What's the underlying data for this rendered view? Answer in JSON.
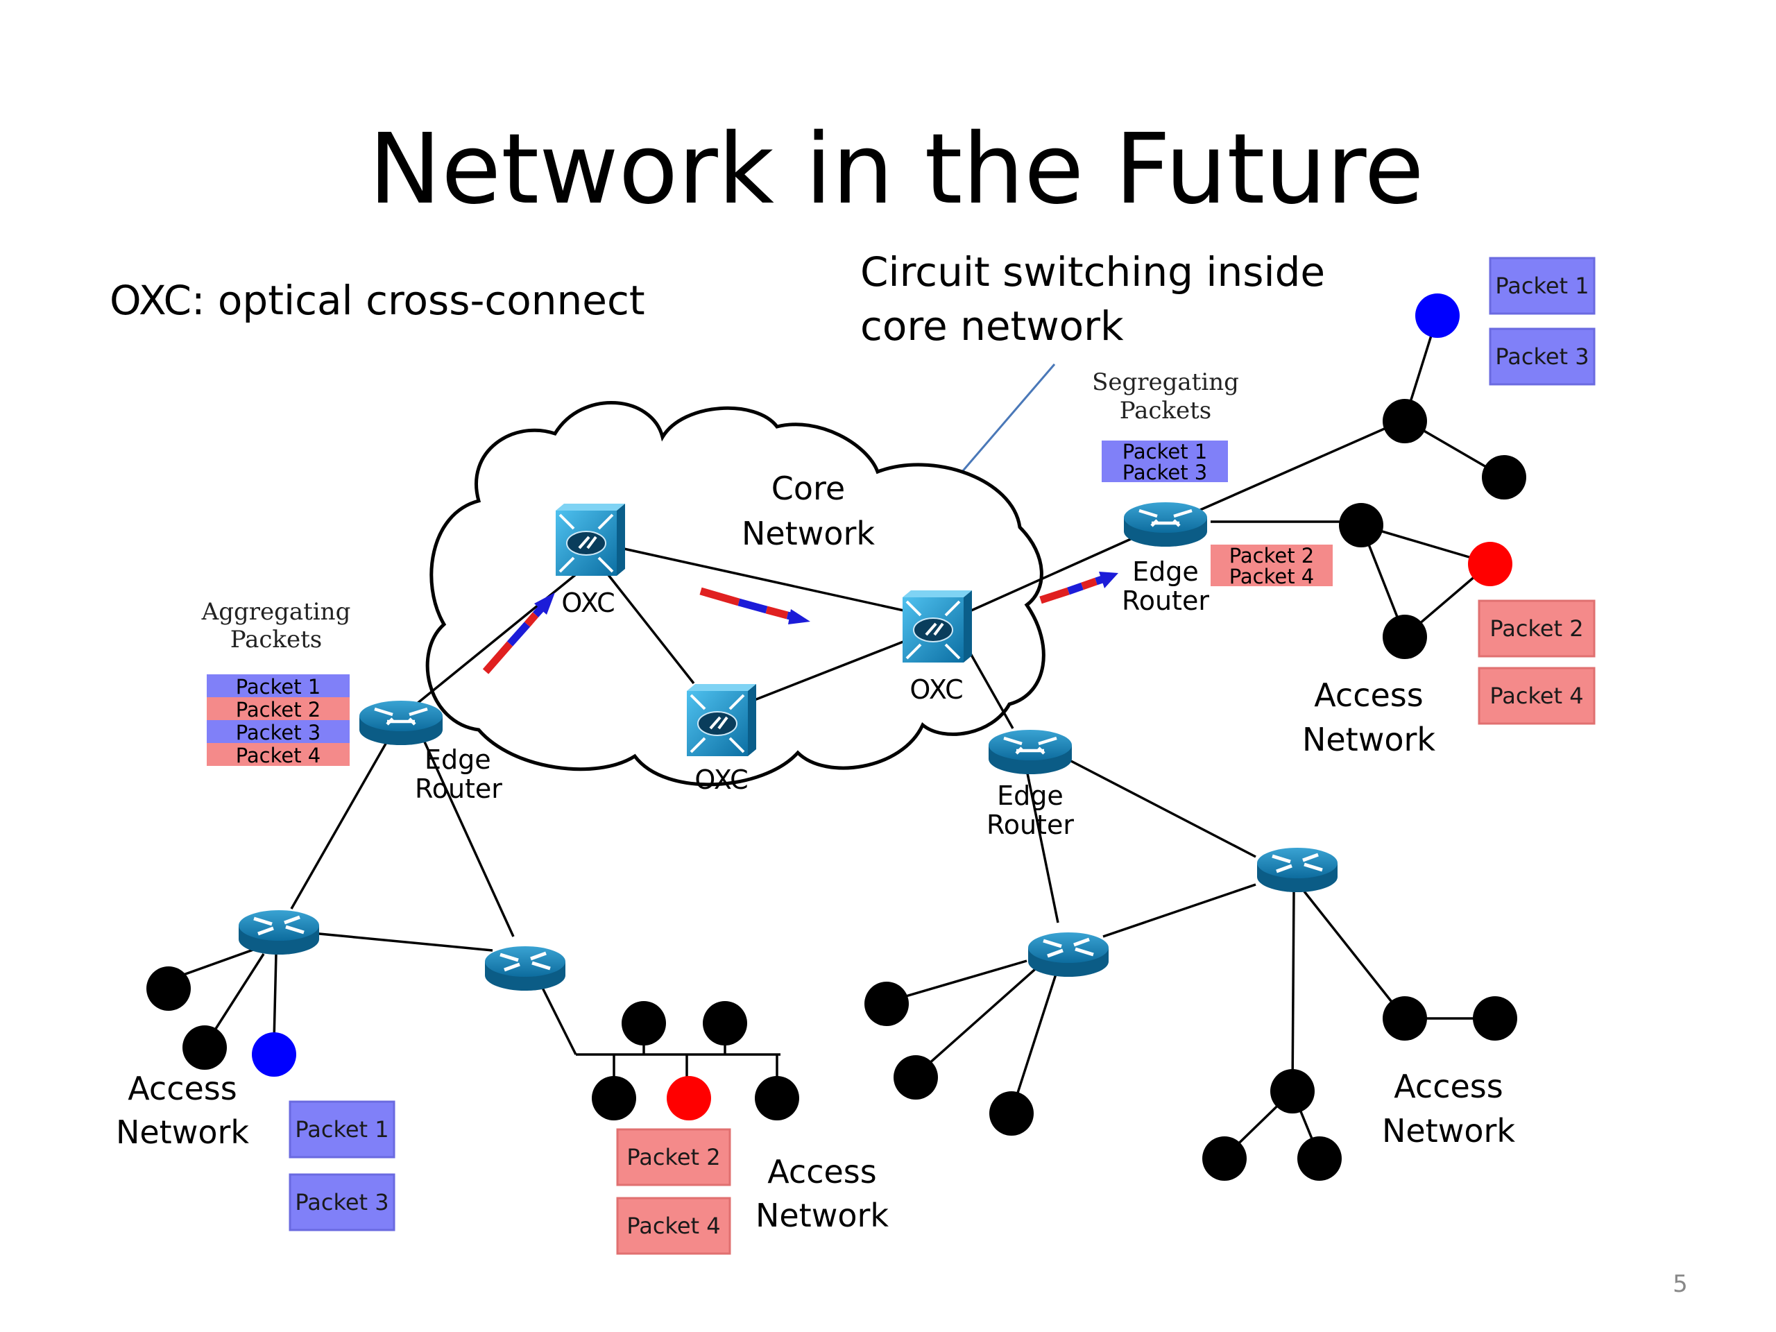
{
  "slide": {
    "title": "Network in the Future",
    "page_number": "5"
  },
  "annotations": {
    "oxc_definition": "OXC: optical cross-connect",
    "circuit_switching_line1": "Circuit switching inside",
    "circuit_switching_line2": "core network",
    "core_network_line1": "Core",
    "core_network_line2": "Network",
    "segregating_line1": "Segregating",
    "segregating_line2": "Packets",
    "aggregating_line1": "Aggregating",
    "aggregating_line2": "Packets"
  },
  "devices": {
    "oxc_label": "OXC",
    "edge_router_line1": "Edge",
    "edge_router_line2": "Router"
  },
  "access_network": {
    "line1": "Access",
    "line2": "Network"
  },
  "packets": {
    "p1": "Packet 1",
    "p2": "Packet 2",
    "p3": "Packet 3",
    "p4": "Packet 4"
  },
  "colors": {
    "blue_packet": "#8080f8",
    "red_packet": "#f48a8a",
    "blue_node": "#0000ff",
    "red_node": "#ff0000",
    "device_blue": "#1a8fc4",
    "arrow_blue": "#1c1cd8",
    "arrow_red": "#e02020",
    "pointer_line": "#4a78b8"
  },
  "icons": {
    "oxc": "optical-cross-connect-icon",
    "edge_router": "edge-router-icon",
    "router": "router-icon",
    "host": "host-node-icon",
    "cloud": "cloud-shape"
  }
}
